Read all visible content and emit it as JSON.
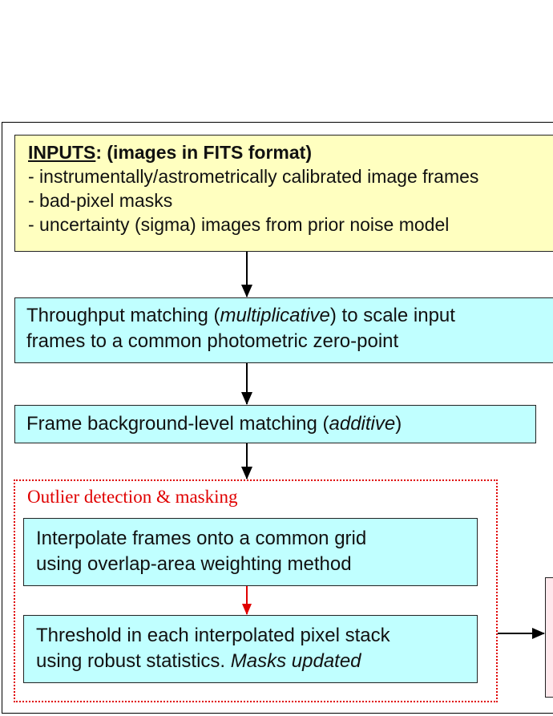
{
  "inputs": {
    "header_prefix": "INPUTS",
    "header_rest": ": (images in FITS format)",
    "items": [
      " - instrumentally/astrometrically calibrated image frames",
      " - bad-pixel masks",
      " - uncertainty (sigma) images from prior noise model"
    ]
  },
  "throughput": {
    "line1_pre": "Throughput matching (",
    "line1_em": "multiplicative",
    "line1_post": ") to scale input",
    "line2": "frames to a common photometric zero-point"
  },
  "background": {
    "pre": "Frame background-level matching (",
    "em": "additive",
    "post": ")"
  },
  "outlier": {
    "title": "Outlier detection & masking",
    "interp_line1": "Interpolate frames onto a common grid",
    "interp_line2": "using overlap-area weighting method",
    "thresh_line1": "Threshold in each interpolated pixel stack",
    "thresh_line2_pre": "using robust statistics. ",
    "thresh_line2_em": "Masks updated"
  },
  "colors": {
    "inputs_fill": "#ffffc0",
    "process_fill": "#c0ffff",
    "outlier_border": "#e00000",
    "side_box_fill": "#ffe8ec"
  }
}
